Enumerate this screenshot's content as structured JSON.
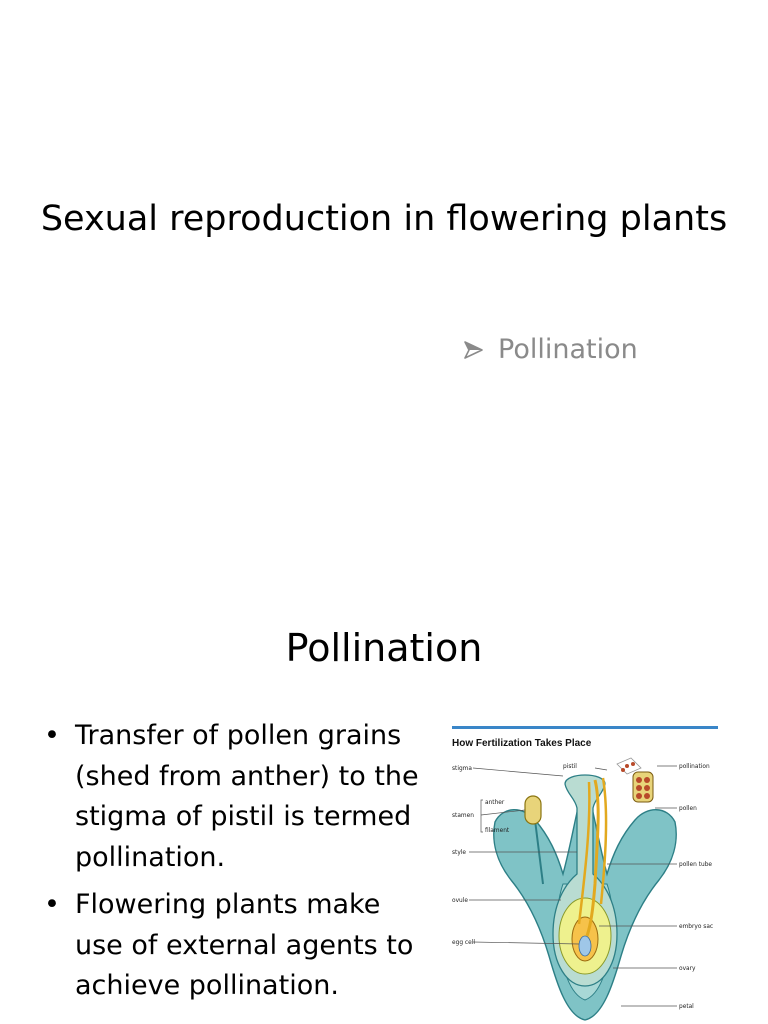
{
  "slide1": {
    "title": "Sexual reproduction in flowering plants",
    "subtitle_icon": "arrow-bullet-icon",
    "subtitle": "Pollination"
  },
  "slide2": {
    "title": "Pollination",
    "bullets": [
      "Transfer of pollen grains (shed from anther) to the stigma of pistil is termed pollination.",
      "Flowering plants make use of external agents to achieve pollination."
    ],
    "figure": {
      "title": "How Fertilization Takes Place",
      "labels": {
        "stigma": "stigma",
        "pistil": "pistil",
        "pollination": "pollination",
        "anther": "anther",
        "stamen": "stamen",
        "filament": "filament",
        "pollen": "pollen",
        "style": "style",
        "pollen_tube": "pollen tube",
        "ovule": "ovule",
        "embryo_sac": "embryo sac",
        "egg_cell": "egg cell",
        "ovary": "ovary",
        "petal": "petal"
      },
      "colors": {
        "rule": "#3a86c8",
        "petal": "#7fc3c6",
        "pistil": "#b9dcd2",
        "ovary_inner": "#eef18e",
        "pollen": "#e8c640",
        "pollen_tube": "#e2a91f",
        "pollen_grain": "#b84a2a"
      }
    }
  }
}
